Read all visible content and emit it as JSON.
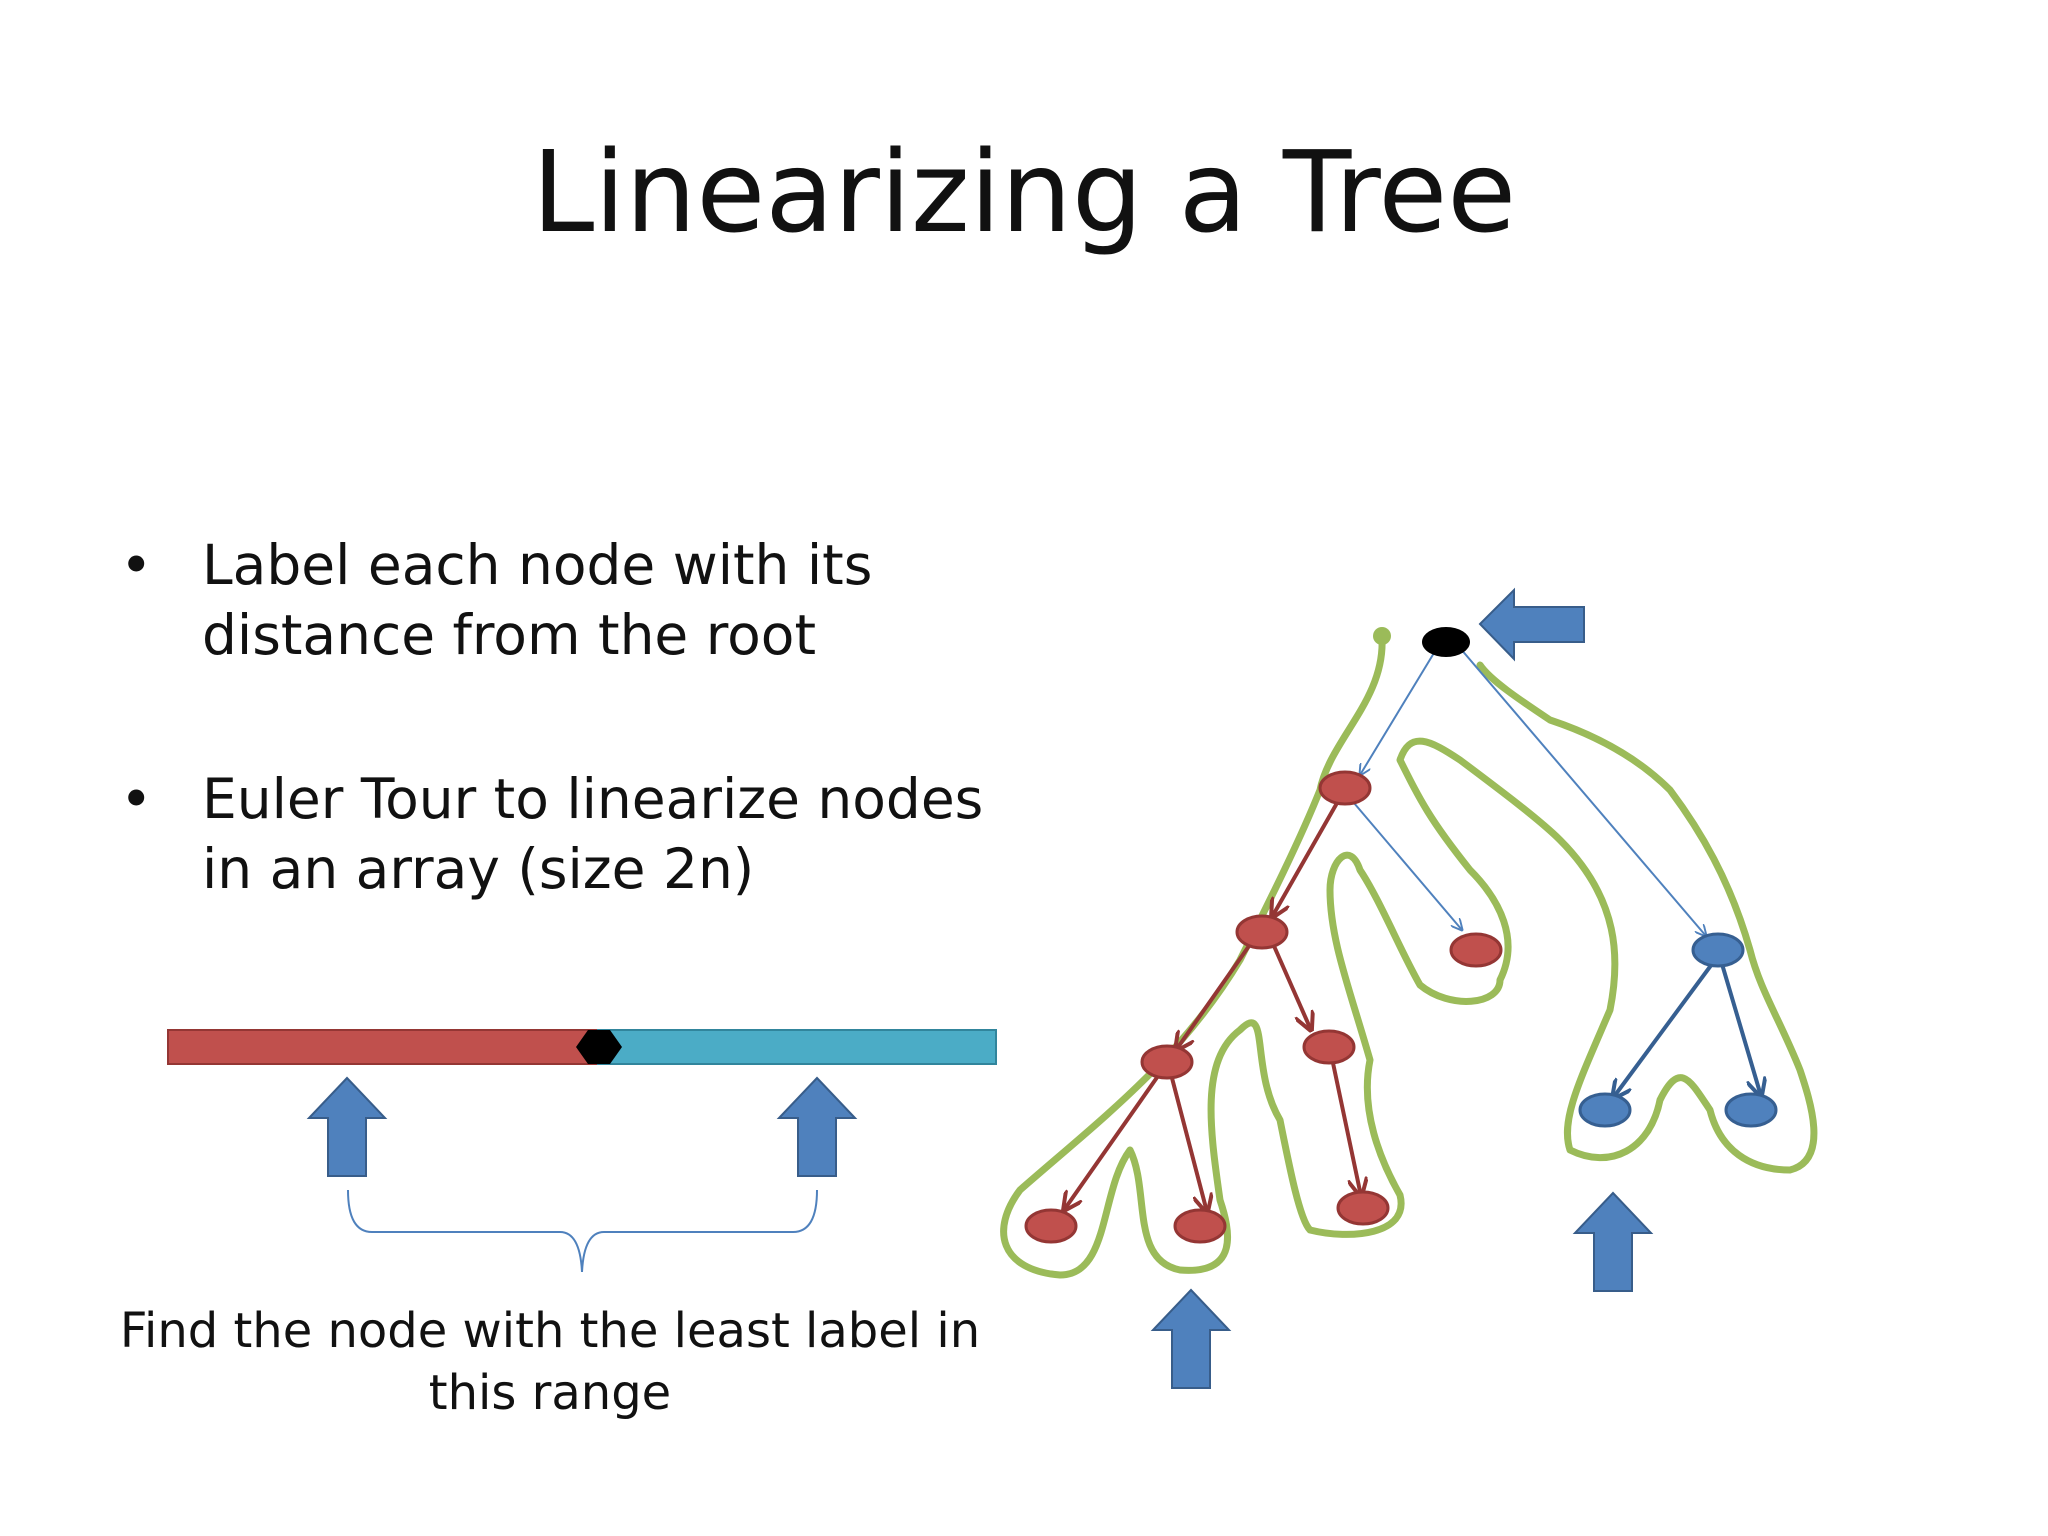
{
  "slide": {
    "title": "Linearizing a Tree",
    "bullets": [
      {
        "marker": "•",
        "text": "Label each node with its distance from the root"
      },
      {
        "marker": "•",
        "text": "Euler Tour to linearize nodes in an array (size 2n)"
      }
    ],
    "caption": "Find the node with the least label in this range"
  },
  "colors": {
    "red_node": "#C0504D",
    "blue_node": "#4F81BD",
    "root_node": "#000000",
    "tour_outline": "#9BBB59",
    "array_left": "#C0504D",
    "array_right": "#4BACC6",
    "arrow_fill": "#4F81BD",
    "edge_blue": "#4F81BD"
  }
}
